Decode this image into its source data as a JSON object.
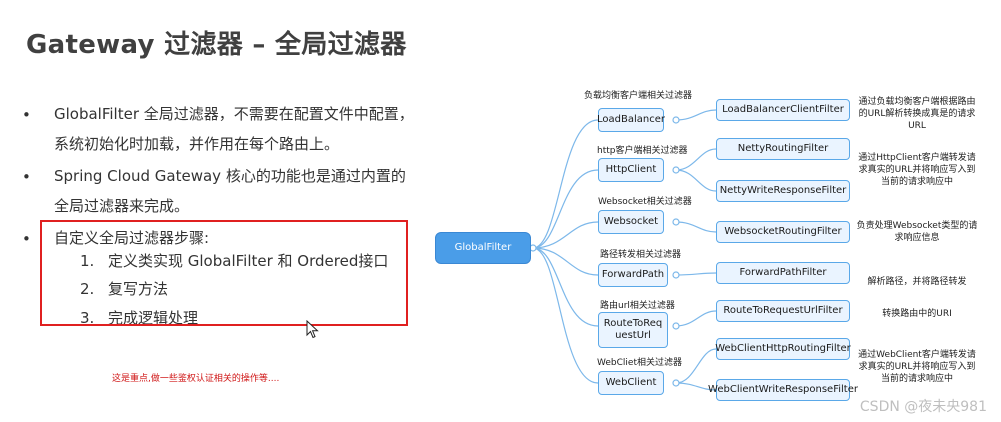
{
  "title": "Gateway 过滤器 – 全局过滤器",
  "bullets": [
    {
      "text": "GlobalFilter 全局过滤器，不需要在配置文件中配置，系统初始化时加载，并作用在每个路由上。"
    },
    {
      "text": "Spring Cloud Gateway 核心的功能也是通过内置的全局过滤器来完成。"
    },
    {
      "text": "自定义全局过滤器步骤:"
    }
  ],
  "steps": [
    {
      "num": "1.",
      "text": "定义类实现 GlobalFilter 和 Ordered接口"
    },
    {
      "num": "2.",
      "text": "复写方法"
    },
    {
      "num": "3.",
      "text": "完成逻辑处理"
    }
  ],
  "note": "这是重点,做一些鉴权认证相关的操作等....",
  "diagram": {
    "root": "GlobalFilter",
    "categories": [
      {
        "label": "负载均衡客户端相关过滤器",
        "node": "LoadBalancer",
        "filters": [
          "LoadBalancerClientFilter"
        ],
        "desc": "通过负载均衡客户端根据路由的URL解析转换成真是的请求URL"
      },
      {
        "label": "http客户端相关过滤器",
        "node": "HttpClient",
        "filters": [
          "NettyRoutingFilter",
          "NettyWriteResponseFilter"
        ],
        "desc": "通过HttpClient客户端转发请求真实的URL并将响应写入到当前的请求响应中"
      },
      {
        "label": "Websocket相关过滤器",
        "node": "Websocket",
        "filters": [
          "WebsocketRoutingFilter"
        ],
        "desc": "负责处理Websocket类型的请求响应信息"
      },
      {
        "label": "路径转发相关过滤器",
        "node": "ForwardPath",
        "filters": [
          "ForwardPathFilter"
        ],
        "desc": "解析路径，并将路径转发"
      },
      {
        "label": "路由url相关过滤器",
        "node": "RouteToRequestUrl",
        "filters": [
          "RouteToRequestUrlFilter"
        ],
        "desc": "转换路由中的URI"
      },
      {
        "label": "WebCliet相关过滤器",
        "node": "WebClient",
        "filters": [
          "WebClientHttpRoutingFilter",
          "WebClientWriteResponseFilter"
        ],
        "desc": "通过WebClient客户端转发请求真实的URL并将响应写入到当前的请求响应中"
      }
    ]
  },
  "watermark": "CSDN @夜未央981"
}
